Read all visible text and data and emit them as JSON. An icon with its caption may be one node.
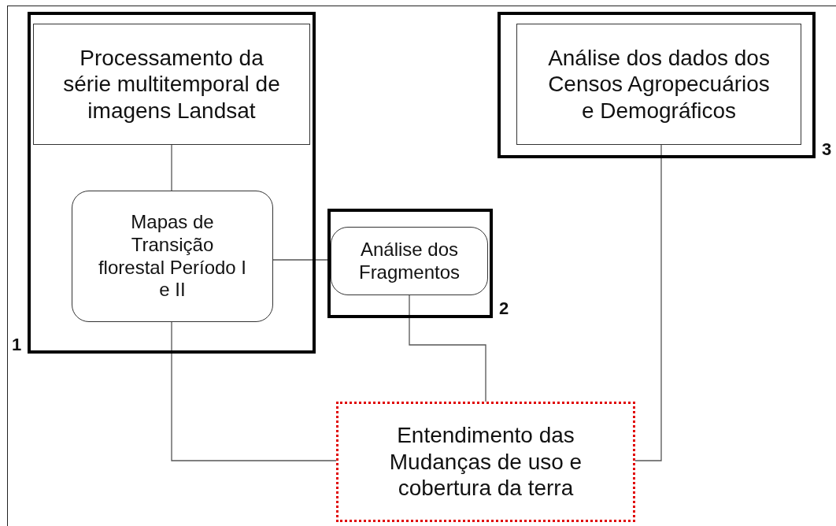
{
  "diagram": {
    "nodes": [
      {
        "text": [],
        "shape": "box",
        "beside": [
          "1"
        ]
      },
      {
        "text": [
          "Processamento da série multitemporal de imagens Landsat"
        ],
        "in": 0
      },
      {
        "text": [
          "Mapas de Transição florestal Período I e II"
        ],
        "in": 0
      },
      {
        "text": [],
        "shape": "box",
        "beside": [
          "2"
        ]
      },
      {
        "text": [
          "Análise dos Fragmentos"
        ],
        "in": 3
      },
      {
        "text": [],
        "shape": "box",
        "beside": [
          "3"
        ]
      },
      {
        "text": [
          "Análise dos dados dos Censos Agropecuários e Demográficos"
        ],
        "in": 5
      },
      {
        "text": [
          "Entendimento das Mudanças de uso e cobertura da terra"
        ]
      }
    ],
    "edges": [
      {
        "from": 1,
        "to": 2,
        "arrow": "none"
      },
      {
        "from": 2,
        "to": 4,
        "arrow": "none"
      },
      {
        "from": 4,
        "to": 7,
        "arrow": "none"
      },
      {
        "from": 2,
        "to": 7,
        "arrow": "none"
      },
      {
        "from": 6,
        "to": 7,
        "arrow": "none"
      }
    ]
  }
}
